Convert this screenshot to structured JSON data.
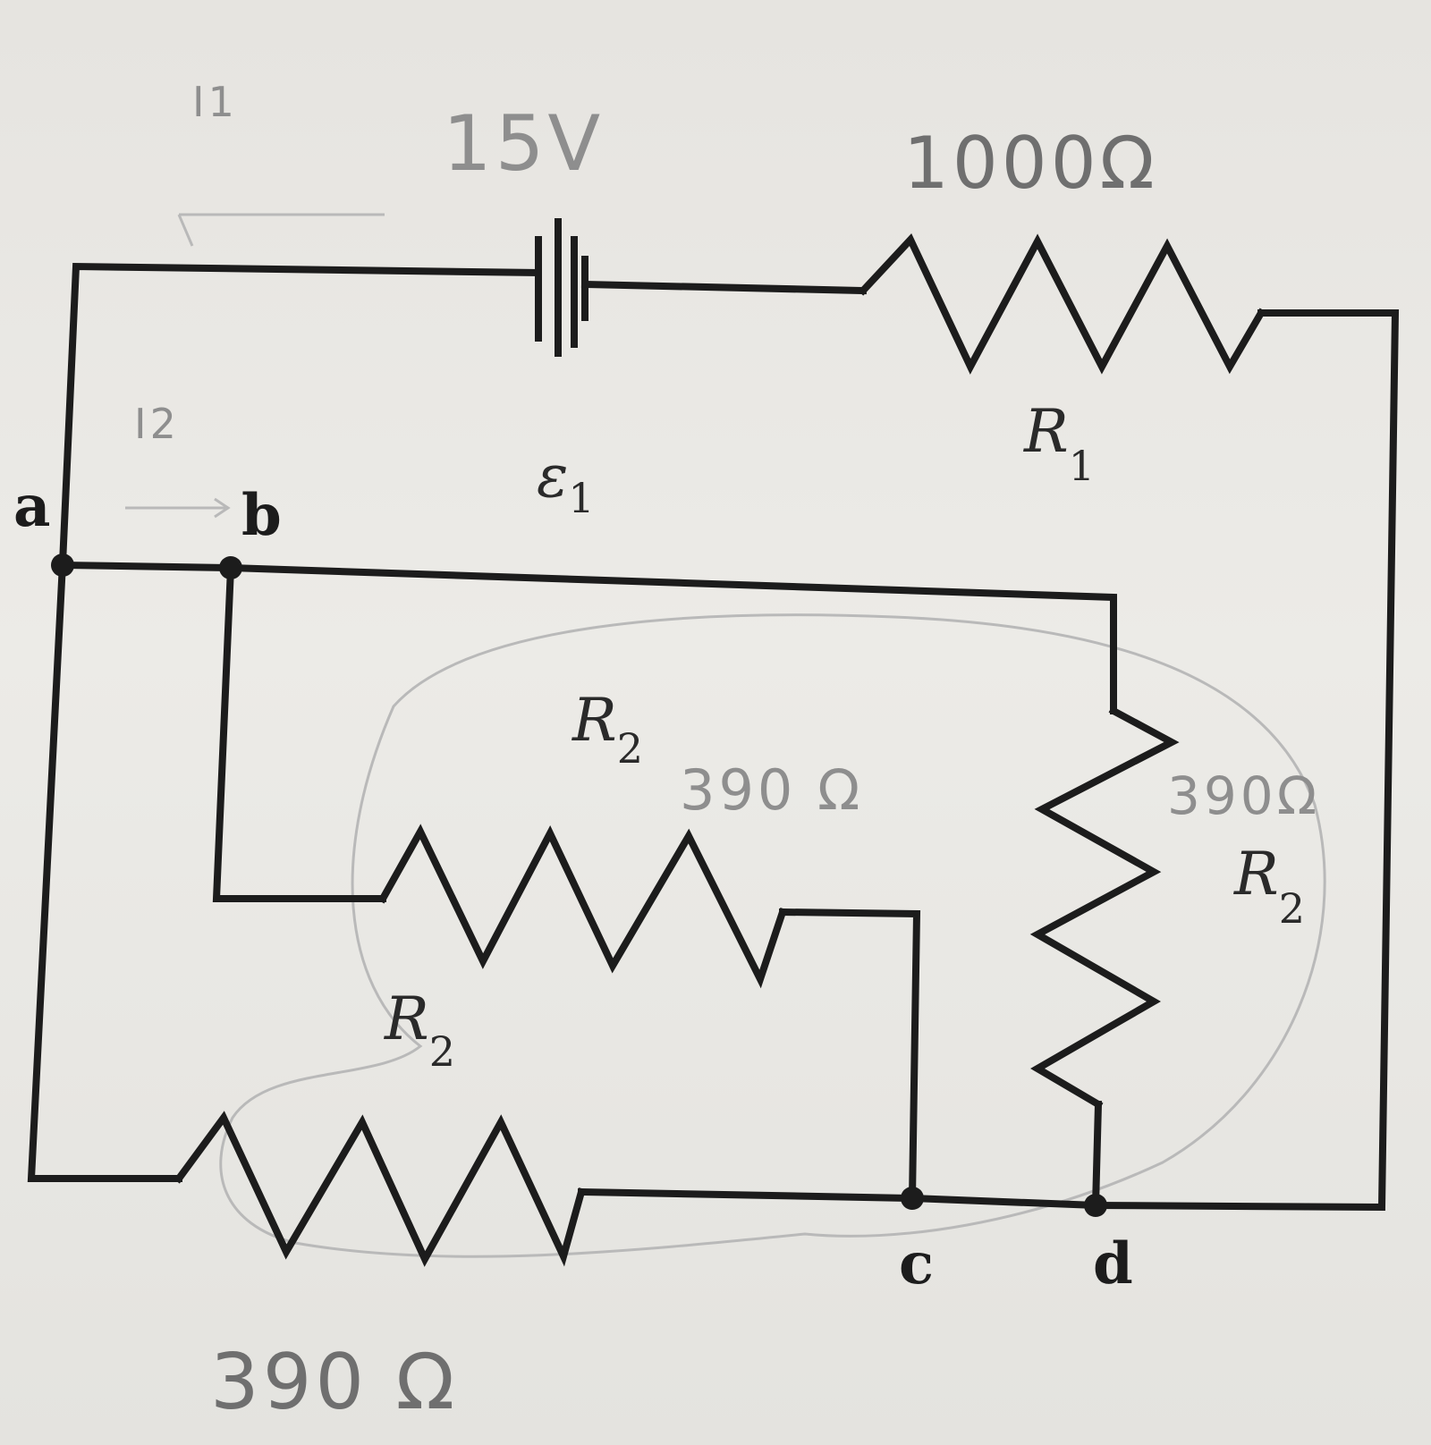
{
  "nodes": {
    "a": "a",
    "b": "b",
    "c": "c",
    "d": "d"
  },
  "labels": {
    "emf": {
      "symbol": "ε",
      "subscript": "1"
    },
    "r1": {
      "symbol": "R",
      "subscript": "1"
    },
    "r2_top": {
      "symbol": "R",
      "subscript": "2"
    },
    "r2_right": {
      "symbol": "R",
      "subscript": "2"
    },
    "r2_bottom": {
      "symbol": "R",
      "subscript": "2"
    }
  },
  "handwritten": {
    "emf_value": "15V",
    "r1_value": "1000Ω",
    "r2_top_value": "390 Ω",
    "r2_right_value": "390Ω",
    "r2_bottom_value": "390 Ω",
    "current_i1": "I1",
    "current_i2": "I2"
  },
  "colors": {
    "ink": "#1c1c1c",
    "pencil": "#8e8e8e",
    "paper": "#e9e7e3"
  }
}
